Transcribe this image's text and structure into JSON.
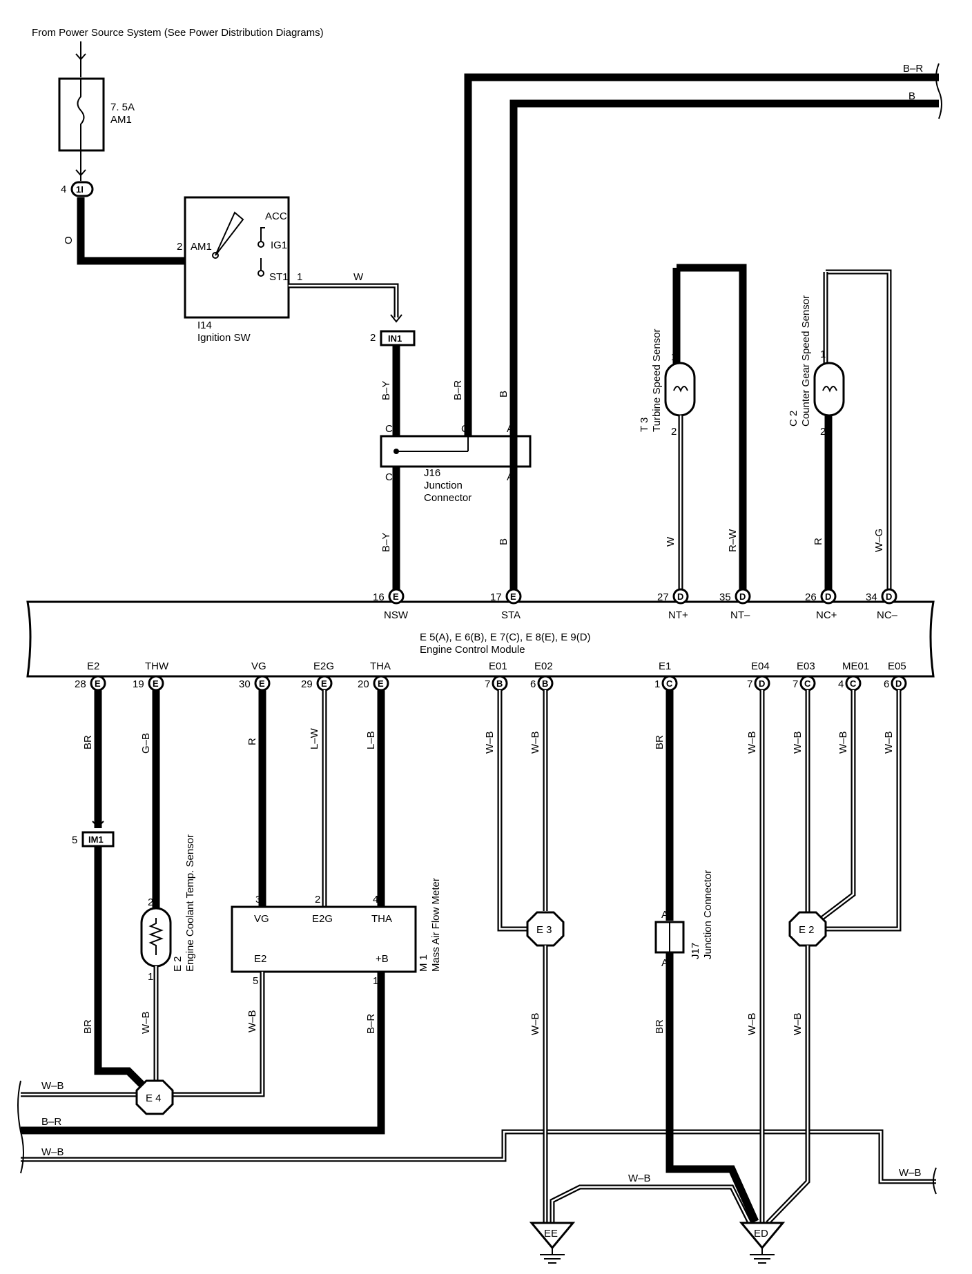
{
  "header": {
    "source_note": "From Power Source System (See Power Distribution Diagrams)"
  },
  "fuse": {
    "rating": "7. 5A",
    "name": "AM1"
  },
  "connectors": {
    "c1": {
      "pin": "4",
      "id": "1I"
    },
    "in1": {
      "pin": "2",
      "id": "IN1"
    },
    "im1": {
      "pin": "5",
      "id": "IM1"
    }
  },
  "ignition": {
    "id": "I14",
    "name": "Ignition SW",
    "terminals": {
      "am1": "AM1",
      "acc": "ACC",
      "ig1": "IG1",
      "st1": "ST1"
    },
    "pins": {
      "am1": "2",
      "st1": "1"
    }
  },
  "junction_j16": {
    "id": "J16",
    "line1": "Junction",
    "line2": "Connector",
    "letters": [
      "C",
      "C",
      "A",
      "C",
      "A"
    ]
  },
  "junction_j17": {
    "id": "J17",
    "name": "Junction Connector",
    "letters": [
      "A",
      "A"
    ]
  },
  "ecm": {
    "line1": "E 5(A), E 6(B), E 7(C), E 8(E), E 9(D)",
    "line2": "Engine Control Module",
    "top_pins": [
      {
        "num": "16",
        "conn": "E",
        "name": "NSW"
      },
      {
        "num": "17",
        "conn": "E",
        "name": "STA"
      },
      {
        "num": "27",
        "conn": "D",
        "name": "NT+"
      },
      {
        "num": "35",
        "conn": "D",
        "name": "NT–"
      },
      {
        "num": "26",
        "conn": "D",
        "name": "NC+"
      },
      {
        "num": "34",
        "conn": "D",
        "name": "NC–"
      }
    ],
    "bottom_pins": [
      {
        "num": "28",
        "conn": "E",
        "name": "E2"
      },
      {
        "num": "19",
        "conn": "E",
        "name": "THW"
      },
      {
        "num": "30",
        "conn": "E",
        "name": "VG"
      },
      {
        "num": "29",
        "conn": "E",
        "name": "E2G"
      },
      {
        "num": "20",
        "conn": "E",
        "name": "THA"
      },
      {
        "num": "7",
        "conn": "B",
        "name": "E01"
      },
      {
        "num": "6",
        "conn": "B",
        "name": "E02"
      },
      {
        "num": "1",
        "conn": "C",
        "name": "E1"
      },
      {
        "num": "7",
        "conn": "D",
        "name": "E04"
      },
      {
        "num": "7",
        "conn": "C",
        "name": "E03"
      },
      {
        "num": "4",
        "conn": "C",
        "name": "ME01"
      },
      {
        "num": "6",
        "conn": "D",
        "name": "E05"
      }
    ]
  },
  "sensors": {
    "t3": {
      "id": "T 3",
      "name": "Turbine Speed Sensor",
      "pin1": "1",
      "pin2": "2"
    },
    "c2": {
      "id": "C 2",
      "name": "Counter Gear Speed Sensor",
      "pin1": "1",
      "pin2": "2"
    },
    "e2s": {
      "id": "E 2",
      "name": "Engine Coolant Temp. Sensor",
      "pin1": "2",
      "pin2": "1"
    },
    "m1": {
      "id": "M 1",
      "name": "Mass Air Flow Meter",
      "terminals": [
        "VG",
        "E2G",
        "THA",
        "E2",
        "+B"
      ],
      "pins": [
        "3",
        "2",
        "4",
        "5",
        "1"
      ]
    }
  },
  "wire_colors": {
    "o": "O",
    "w": "W",
    "by1": "B–Y",
    "br_top": "B–R",
    "b_top": "B",
    "by2": "B–Y",
    "b2": "B",
    "t3_w": "W",
    "t3_rw": "R–W",
    "c2_r": "R",
    "c2_wg": "W–G",
    "br1": "BR",
    "gb": "G–B",
    "r": "R",
    "lw": "L–W",
    "lb": "L–B",
    "wb1": "W–B",
    "wb2": "W–B",
    "br2": "BR",
    "wb3": "W–B",
    "wb4": "W–B",
    "wb5": "W–B",
    "wb6": "W–B",
    "br3": "BR",
    "wb7": "W–B",
    "wb8": "W–B",
    "br4": "B–R",
    "wb9": "W–B",
    "br5": "BR",
    "wb10": "W–B",
    "wb11": "W–B",
    "wb12": "W–B"
  },
  "right_edge": {
    "br": "B–R",
    "b": "B"
  },
  "left_edge": {
    "wb": "W–B",
    "br": "B–R",
    "wb2": "W–B"
  },
  "bottom_right": {
    "wb": "W–B"
  },
  "bottom_mid": {
    "wb": "W–B"
  },
  "splices": {
    "e4": "E 4",
    "e3": "E 3",
    "e2": "E 2"
  },
  "grounds": {
    "ee": "EE",
    "ed": "ED"
  }
}
